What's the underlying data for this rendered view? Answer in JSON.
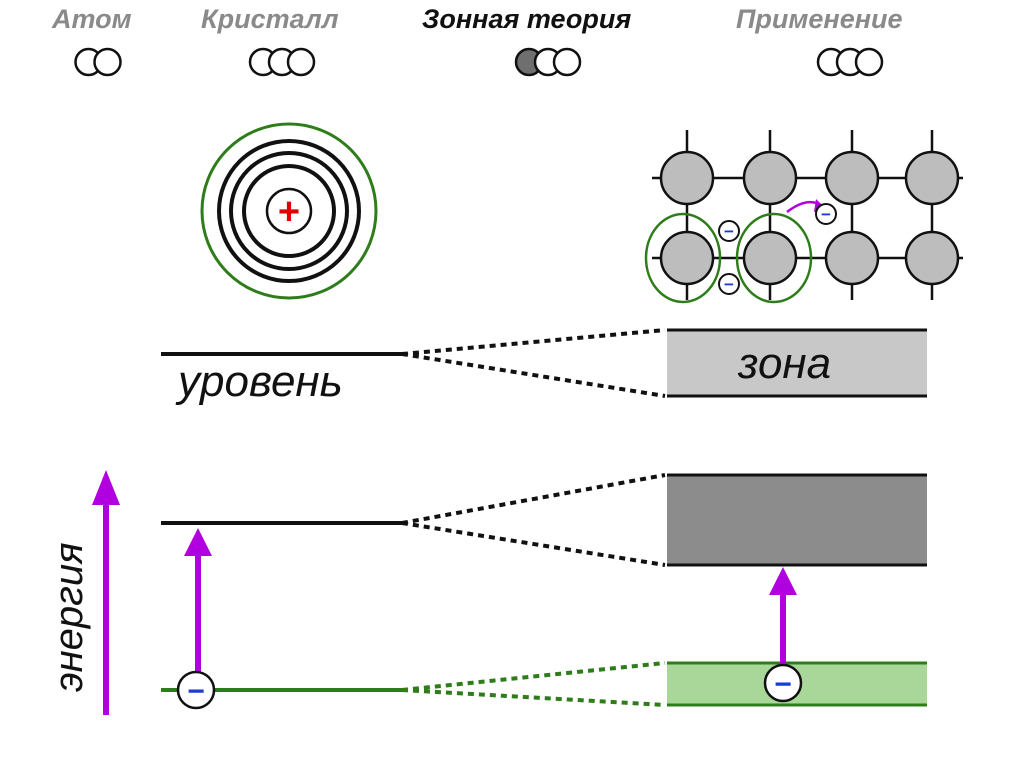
{
  "nav": {
    "tabs": [
      {
        "label": "Атом",
        "total": 2,
        "filled": 0,
        "active": false
      },
      {
        "label": "Кристалл",
        "total": 3,
        "filled": 0,
        "active": false
      },
      {
        "label": "Зонная теория",
        "total": 3,
        "filled": 1,
        "active": true
      },
      {
        "label": "Применение",
        "total": 3,
        "filled": 0,
        "active": false
      }
    ]
  },
  "diagram": {
    "level_label": "уровень",
    "zone_label": "зона",
    "energy_axis_label": "энергия",
    "nucleus_symbol": "+",
    "electron_symbol": "−"
  },
  "colors": {
    "accent_violet": "#b000e0",
    "valence_green": "#2e7d1a",
    "valence_band_fill": "#a9d79a",
    "upper_band_fill": "#8c8c8c",
    "zone_band_fill": "#c8c8c8",
    "atom_sphere_fill": "#bdbdbd",
    "nucleus_plus": "#e00000",
    "electron_minus": "#1a3fd0",
    "active_dot": "#6f6f6f"
  }
}
